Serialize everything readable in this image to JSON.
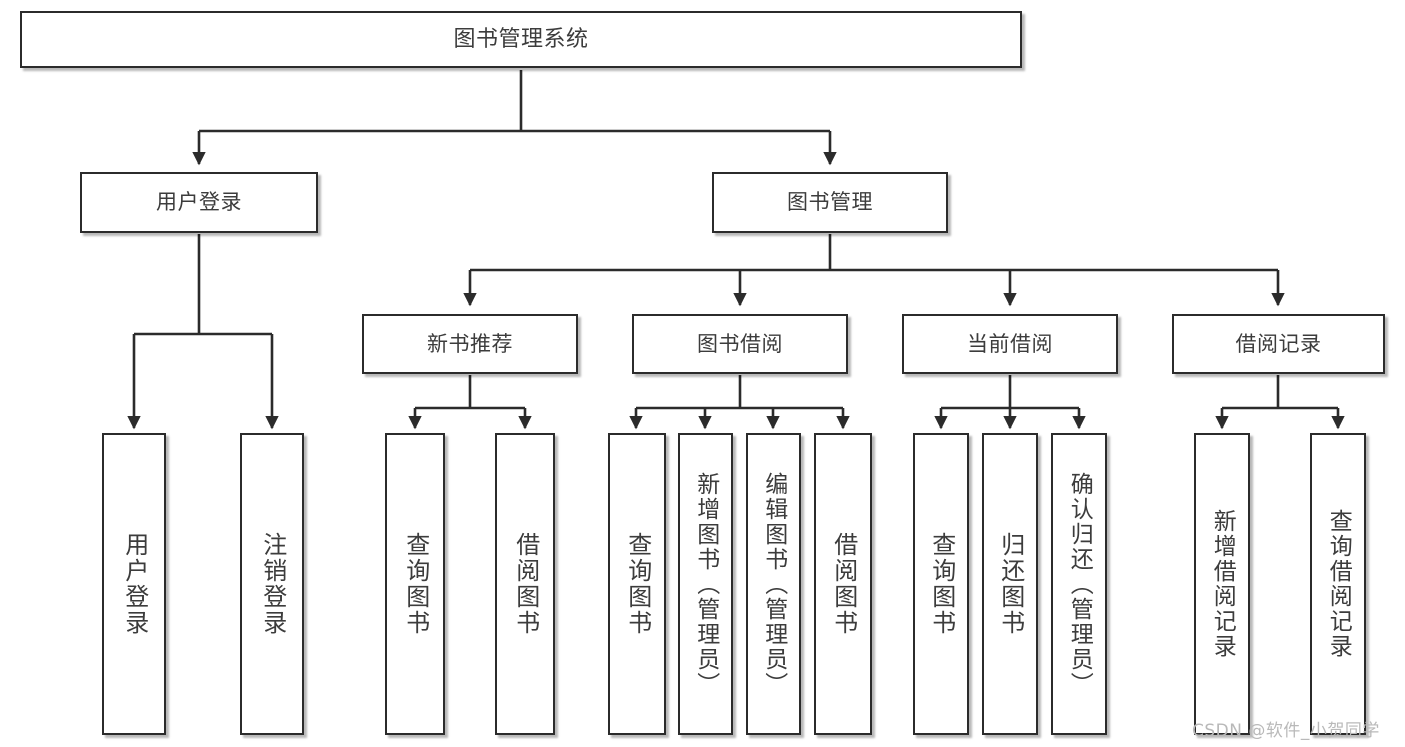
{
  "diagram": {
    "title": "图书管理系统",
    "type": "tree",
    "watermark": "CSDN @软件_小贺同学",
    "colors": {
      "box_border": "#2b2b2b",
      "box_fill": "#ffffff",
      "text": "#3c3c3c",
      "connector": "#2b2b2b",
      "watermark": "#b9b9b9",
      "background": "#ffffff"
    },
    "nodes": {
      "root": {
        "label": "图书管理系统"
      },
      "level2": [
        {
          "label": "用户登录"
        },
        {
          "label": "图书管理"
        }
      ],
      "level3": [
        {
          "label": "新书推荐"
        },
        {
          "label": "图书借阅"
        },
        {
          "label": "当前借阅"
        },
        {
          "label": "借阅记录"
        }
      ],
      "leaves_user_login": [
        {
          "label": "用户登录"
        },
        {
          "label": "注销登录"
        }
      ],
      "leaves_new_book": [
        {
          "label": "查询图书"
        },
        {
          "label": "借阅图书"
        }
      ],
      "leaves_borrow": [
        {
          "label": "查询图书"
        },
        {
          "label": "新增图书（管理员）"
        },
        {
          "label": "编辑图书（管理员）"
        },
        {
          "label": "借阅图书"
        }
      ],
      "leaves_current": [
        {
          "label": "查询图书"
        },
        {
          "label": "归还图书"
        },
        {
          "label": "确认归还（管理员）"
        }
      ],
      "leaves_records": [
        {
          "label": "新增借阅记录"
        },
        {
          "label": "查询借阅记录"
        }
      ]
    }
  }
}
